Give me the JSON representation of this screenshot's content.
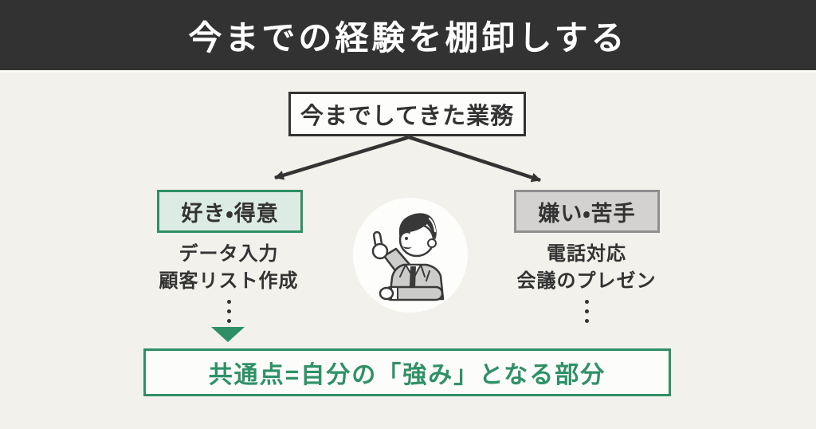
{
  "header": {
    "title": "今までの経験を棚卸しする",
    "bg": "#323232",
    "text_color": "#ffffff"
  },
  "flow": {
    "source_label": "今までしてきた業務",
    "left_branch": {
      "title": "好き・得意",
      "items": [
        "データ入力",
        "顧客リスト作成"
      ],
      "accent": "#2e8f64",
      "fill": "#dcebe3"
    },
    "right_branch": {
      "title": "嫌い・苦手",
      "items": [
        "電話対応",
        "会議のプレゼン"
      ],
      "accent": "#8f8f8f",
      "fill": "#d3d2d0"
    },
    "conclusion": {
      "label": "共通点=自分の「強み」となる部分",
      "accent": "#2e8f64"
    }
  },
  "icons": {
    "person": "person-pointing-illustration",
    "branch_arrows": "split-diverging-arrows",
    "down_arrow": "green-down-triangle",
    "ellipsis": "vertical-ellipsis"
  },
  "colors": {
    "background": "#f2f1ec",
    "ink": "#333333",
    "green": "#2e8f64",
    "light_green": "#dcebe3",
    "gray_border": "#8f8f8f",
    "gray_fill": "#d3d2d0",
    "panel_white": "#fcfcfa"
  }
}
